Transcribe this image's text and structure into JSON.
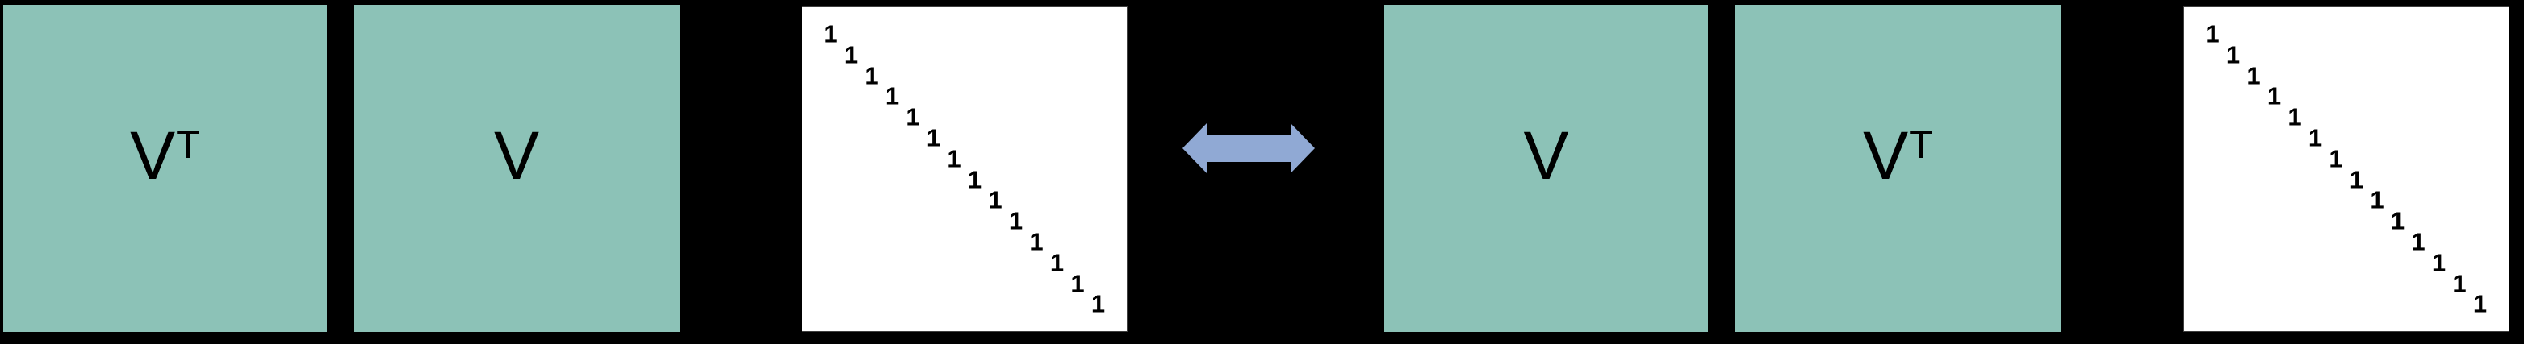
{
  "colors": {
    "background": "#000000",
    "matrix_green": "#8CC2B7",
    "identity_white": "#FFFFFF",
    "arrow_blue": "#90A9D4",
    "text_black": "#000000"
  },
  "left_group": {
    "vt_label": {
      "base": "V",
      "sup": "T"
    },
    "v_label": {
      "base": "V"
    },
    "identity_diagonal": [
      "1",
      "1",
      "1",
      "1",
      "1",
      "1",
      "1",
      "1",
      "1",
      "1",
      "1",
      "1",
      "1",
      "1"
    ]
  },
  "arrow": {
    "icon": "left-right-double-arrow"
  },
  "right_group": {
    "v_label": {
      "base": "V"
    },
    "vt_label": {
      "base": "V",
      "sup": "T"
    },
    "identity_diagonal": [
      "1",
      "1",
      "1",
      "1",
      "1",
      "1",
      "1",
      "1",
      "1",
      "1",
      "1",
      "1",
      "1",
      "1"
    ]
  }
}
